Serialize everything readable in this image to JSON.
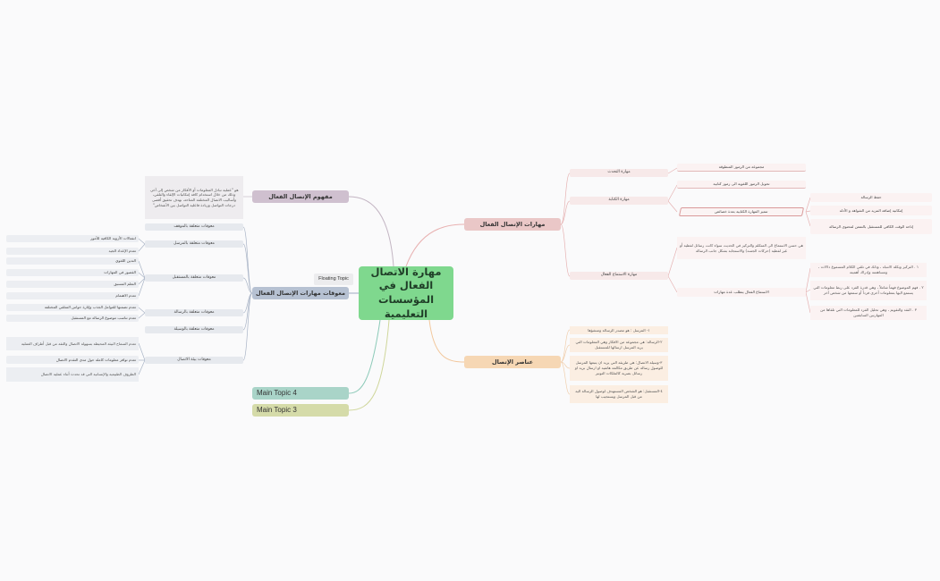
{
  "central_topic": {
    "label": "مهارة الاتصال الفعال في المؤسسات التعليمية"
  },
  "floating_topic": {
    "label": "Floating Topic"
  },
  "main_topics": {
    "skills": "مهارات الإتصال الفعال",
    "elements": "عناصر الإتصال",
    "concept": "مفهوم الإتصال الفعال",
    "obstacles": "معوقات مهارات الإتصال الفعال",
    "topic4": "Main Topic 4",
    "topic3": "Main Topic 3"
  },
  "skills_branch": {
    "speaking": {
      "label": "مهارة التحدث",
      "detail": "مجموعة من الرموز المنطوقة"
    },
    "writing": {
      "label": "مهارة الكتابة",
      "detail1": "تحويل الرموز اللغوية الى رموز كتابية",
      "detail2": "تتميز المهارة الكتابية بعدة خصائص"
    },
    "writing_traits": [
      "حفظ الرسالة",
      "إمكانية إضافة المزيد من الشواهد و الأدلة",
      "إتاحة الوقت الكافي للمستقبل بالتمعن لمحتوى الرسالة"
    ],
    "listening": {
      "label": "مهارة الاستماع الفعال",
      "definition": "هي حسن الاستماع الى المتكلم والتركيز في الحديث سواء كانت رسائل لفظية أو غير لفظية (حركات الجسد) والاستجابة بشكل جانب الرسالة",
      "detail": "الاستماع الفعال يتطلب عدة مهارات"
    },
    "listening_skills": [
      "١ . التركيز وبكلة الانتباه ، وذلك في تلقي الكلام المسموع دلالات ، ومساهمته وإدراك أهميته",
      "٢ . فهم الموضوع فهماً شاملاً ، وهي قدرة الفرد على ربط معلومات التي يستمع اليها بمعلومات أخرى فرداً أو سمعها من شخص آخر",
      "٣ . النقد والتقويم ، وهي تحليل الفرد للمعلومات التي تلقاها من المهارتين السابقتين"
    ]
  },
  "elements_branch": [
    "١- المرسل : هو مصدر الرسالة ومنشؤها",
    "٢-الرسالة: هي مجموعة من الافكار وهي المعلومات التي يريد المرسل ارسالها للمستقبل",
    "٣-وسيلة الاتصال: هي طريقة التي يريد ان يتبعها المرسل للوصول رسالة عن طريق مكالمة هاتفيه او ارسال بريد او رسائل بصرية كالملكات التوتير",
    "٤-المستقبل: هو الشخص المستهدف لوصول الرسالة اليه من قبل المرسل ويستجيب لها"
  ],
  "concept_branch": {
    "definition": "هو \"عملية تبادل المعلومات أو الأفكار من شخص إلى آخر، وذلك من خلال استخدام كافة إمكانيات الإلقاء والتلقي، وأساليب الاتصال المختلفة المتاحة، بهدف تحقيق أقصى درجات التواصل وزيادة فاعلية التواصل بين الأشخاص\""
  },
  "obstacles_branch": {
    "categories": [
      "معوقات متعلقة بالموقف",
      "معوقات متعلقة بالمرسل",
      "معوقات متعلقة بالمستقبل",
      "معوقات متعلقة بالرسالة",
      "معوقات متعلقة بالوسيلة",
      "معوقات بيئة الاتصال"
    ],
    "sender": [
      "انفعالات الأزوية الكافية للأمور",
      "تعدم الإعداد الجيد"
    ],
    "receiver": [
      "التدين اللغوي",
      "القصور في المهارات",
      "التعلم المسبق",
      "تعدم الاهتمام"
    ],
    "message": [
      "تعدم تضمنها للعوامل الجذب وإثارة حواس المتلقي المختلفة",
      "تعدم تناسب موضوع الرسالة مع المستقبل"
    ],
    "environment": [
      "تعدم السماح البيئة المحيطة بسهولة الاتصال والثقة من قبل أطراف العملية",
      "تعدم توافر معلومات كاملة حول مدى التقدم الاتصال",
      "الظروف الطبيعية والإنسانية التي قد تحدث أثناء عملية الاتصال"
    ]
  }
}
